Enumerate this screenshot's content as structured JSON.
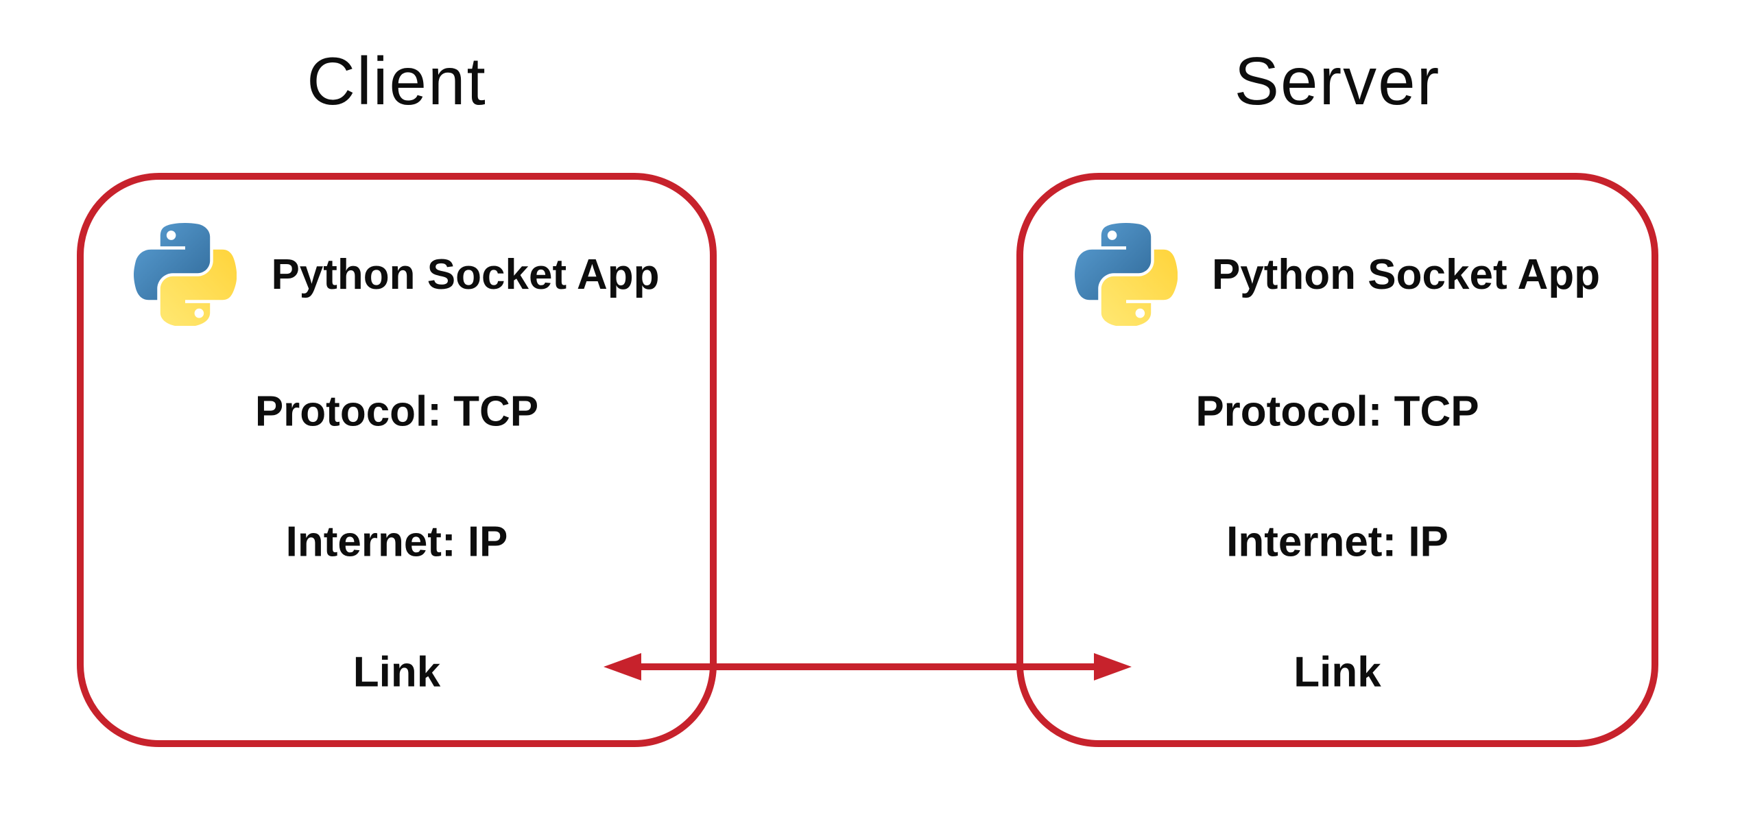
{
  "client": {
    "title": "Client",
    "app_name": "Python Socket App",
    "protocol": "Protocol: TCP",
    "internet": "Internet: IP",
    "link": "Link"
  },
  "server": {
    "title": "Server",
    "app_name": "Python Socket App",
    "protocol": "Protocol: TCP",
    "internet": "Internet: IP",
    "link": "Link"
  },
  "icons": {
    "python_logo": "python-logo-icon",
    "arrow": "bidirectional-arrow-icon"
  },
  "colors": {
    "accent-red": "#c7222c",
    "text-black": "#0d0d0d",
    "py-blue-light": "#5A9FD4",
    "py-blue-dark": "#306998",
    "py-yellow-light": "#FFE873",
    "py-yellow-dark": "#FFD43B"
  }
}
